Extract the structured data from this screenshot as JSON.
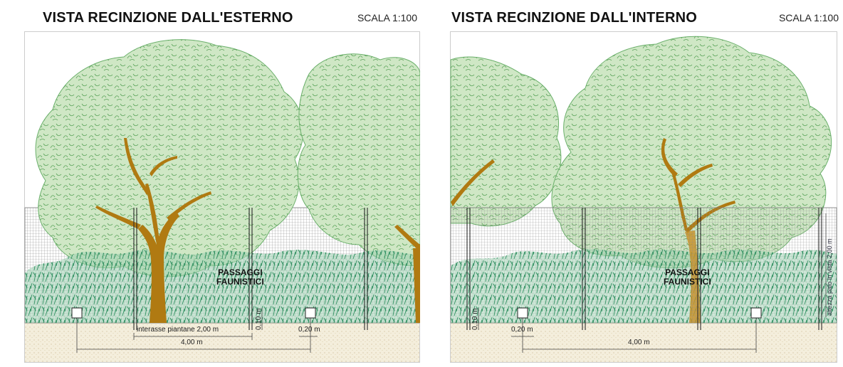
{
  "panels": {
    "left": {
      "title": "VISTA RECINZIONE DALL'ESTERNO",
      "scale": "SCALA 1:100",
      "passage_label": [
        "PASSAGGI",
        "FAUNISTICI"
      ],
      "dimensions": {
        "post_spacing": "interasse piantane 2,00 m",
        "total_width": "4,00 m",
        "passage_height": "0,10 m",
        "passage_width": "0,20 m"
      }
    },
    "right": {
      "title": "VISTA RECINZIONE DALL'INTERNO",
      "scale": "SCALA 1:100",
      "passage_label": [
        "PASSAGGI",
        "FAUNISTICI"
      ],
      "side_label": "altezza palo in vista 2,00 m",
      "dimensions": {
        "passage_height": "0,10 m",
        "passage_width": "0,20 m",
        "total_width": "4,00 m"
      }
    }
  },
  "colors": {
    "canopy": "#cfe8c6",
    "canopy_stroke": "#5aa35a",
    "trunk": "#b07a12",
    "shrub": "#3b9a6a",
    "mesh": "#9a9a9a",
    "ground": "#f3ecd9",
    "post": "#2a2a2a"
  }
}
